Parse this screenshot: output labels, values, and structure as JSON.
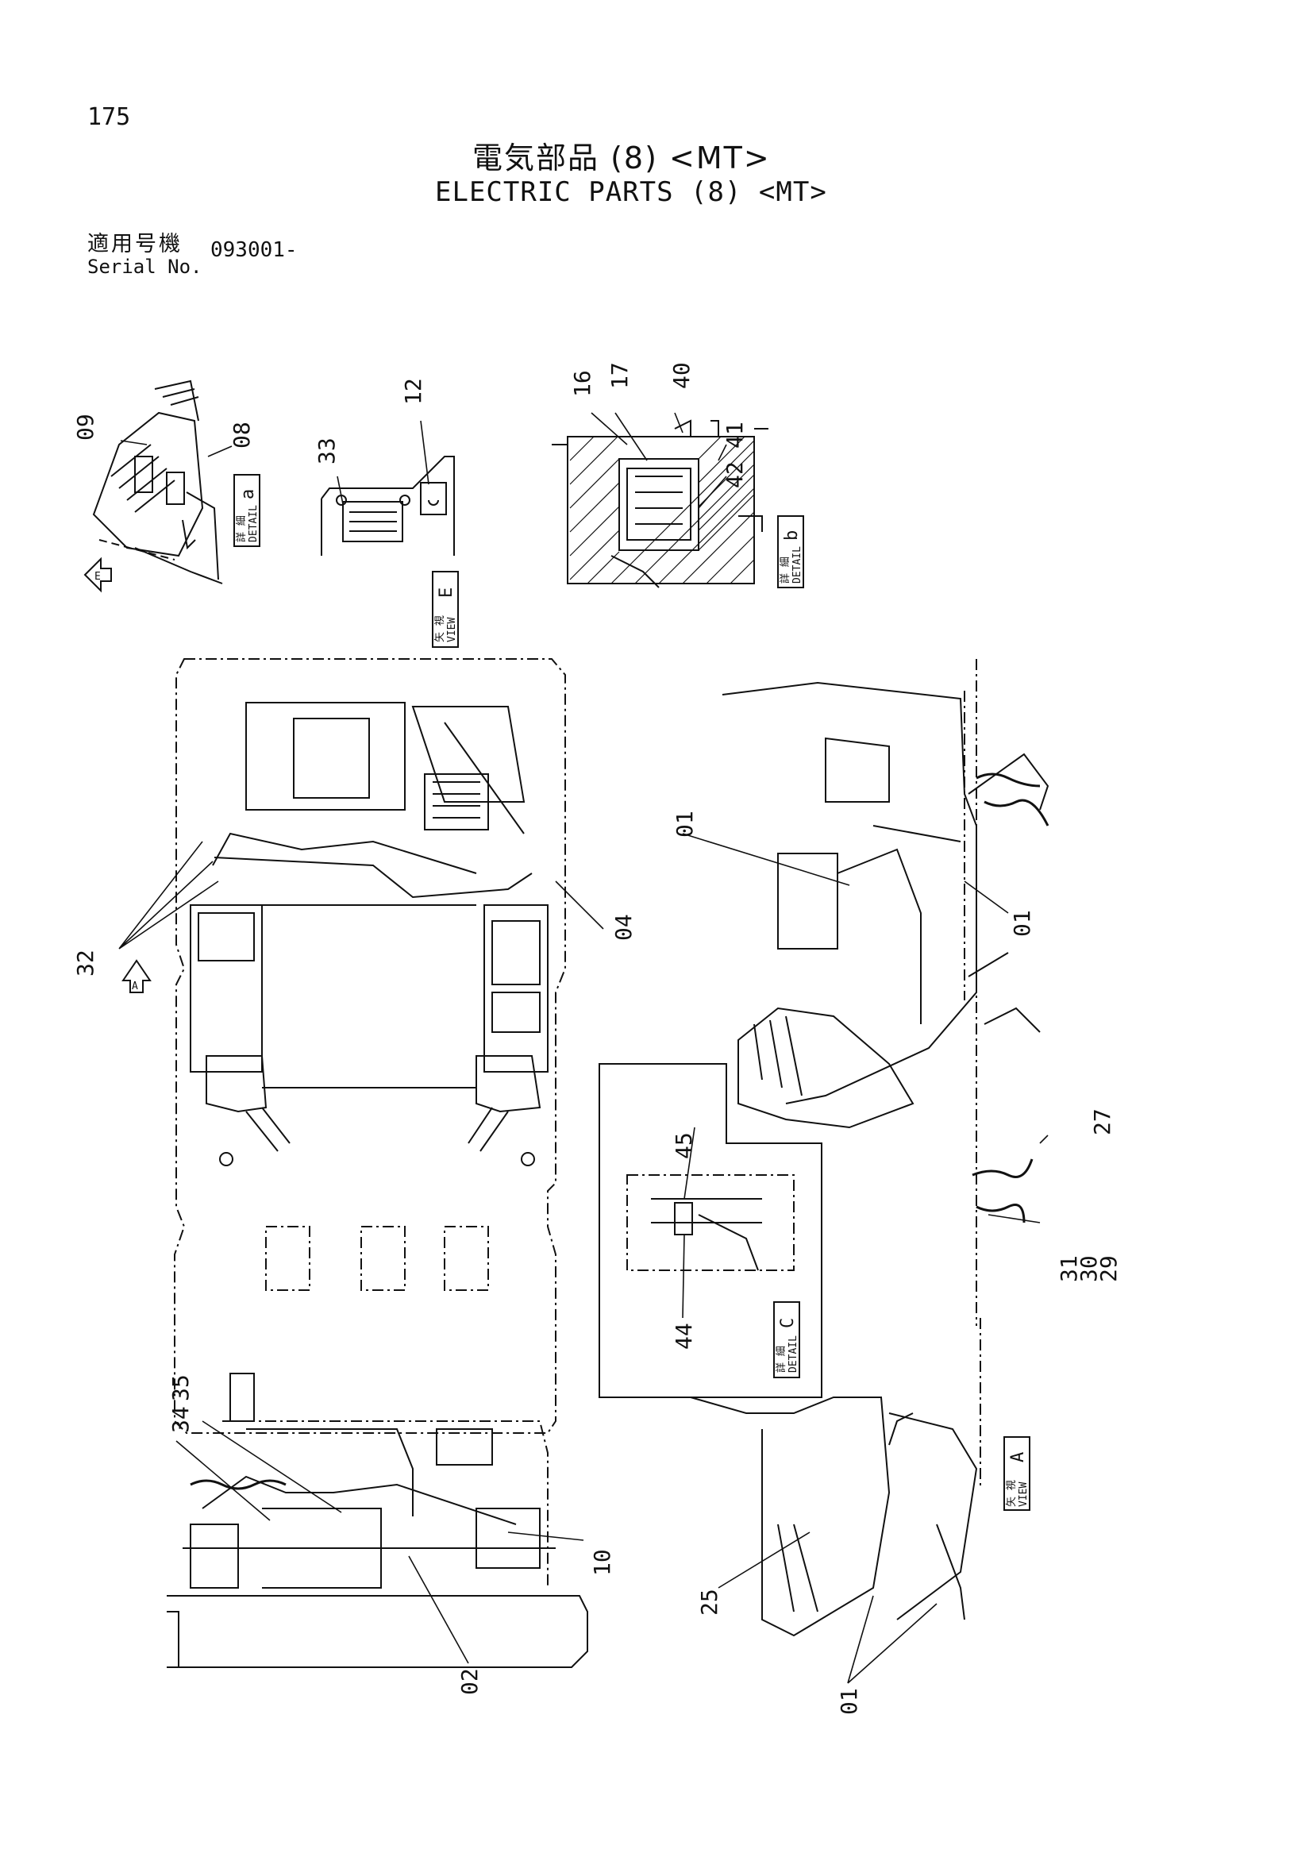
{
  "page": {
    "number": "175",
    "title_jp": "電気部品 (8) <MT>",
    "title_en": "ELECTRIC PARTS (8) <MT>",
    "serial_label_jp": "適用号機",
    "serial_label_en": "Serial No.",
    "serial_value": "093001-"
  },
  "callouts": {
    "c01a": "01",
    "c01b": "01",
    "c01c": "01",
    "c02": "02",
    "c04": "04",
    "c08": "08",
    "c09": "09",
    "c10": "10",
    "c12": "12",
    "c16": "16",
    "c17": "17",
    "c25": "25",
    "c27": "27",
    "c29": "29",
    "c30": "30",
    "c31": "31",
    "c32": "32",
    "c33": "33",
    "c34": "34",
    "c35": "35",
    "c40": "40",
    "c41": "41",
    "c42": "42",
    "c44": "44",
    "c45": "45"
  },
  "views": {
    "detail_a": {
      "jp": "詳 細",
      "en": "DETAIL",
      "letter": "a"
    },
    "detail_b": {
      "jp": "詳 細",
      "en": "DETAIL",
      "letter": "b"
    },
    "detail_c": {
      "jp": "詳 細",
      "en": "DETAIL",
      "letter": "C"
    },
    "view_e": {
      "jp": "矢 視",
      "en": "VIEW",
      "letter": "E"
    },
    "view_a": {
      "jp": "矢 視",
      "en": "VIEW",
      "letter": "A"
    },
    "arrow_a": "A",
    "arrow_e": "E"
  }
}
